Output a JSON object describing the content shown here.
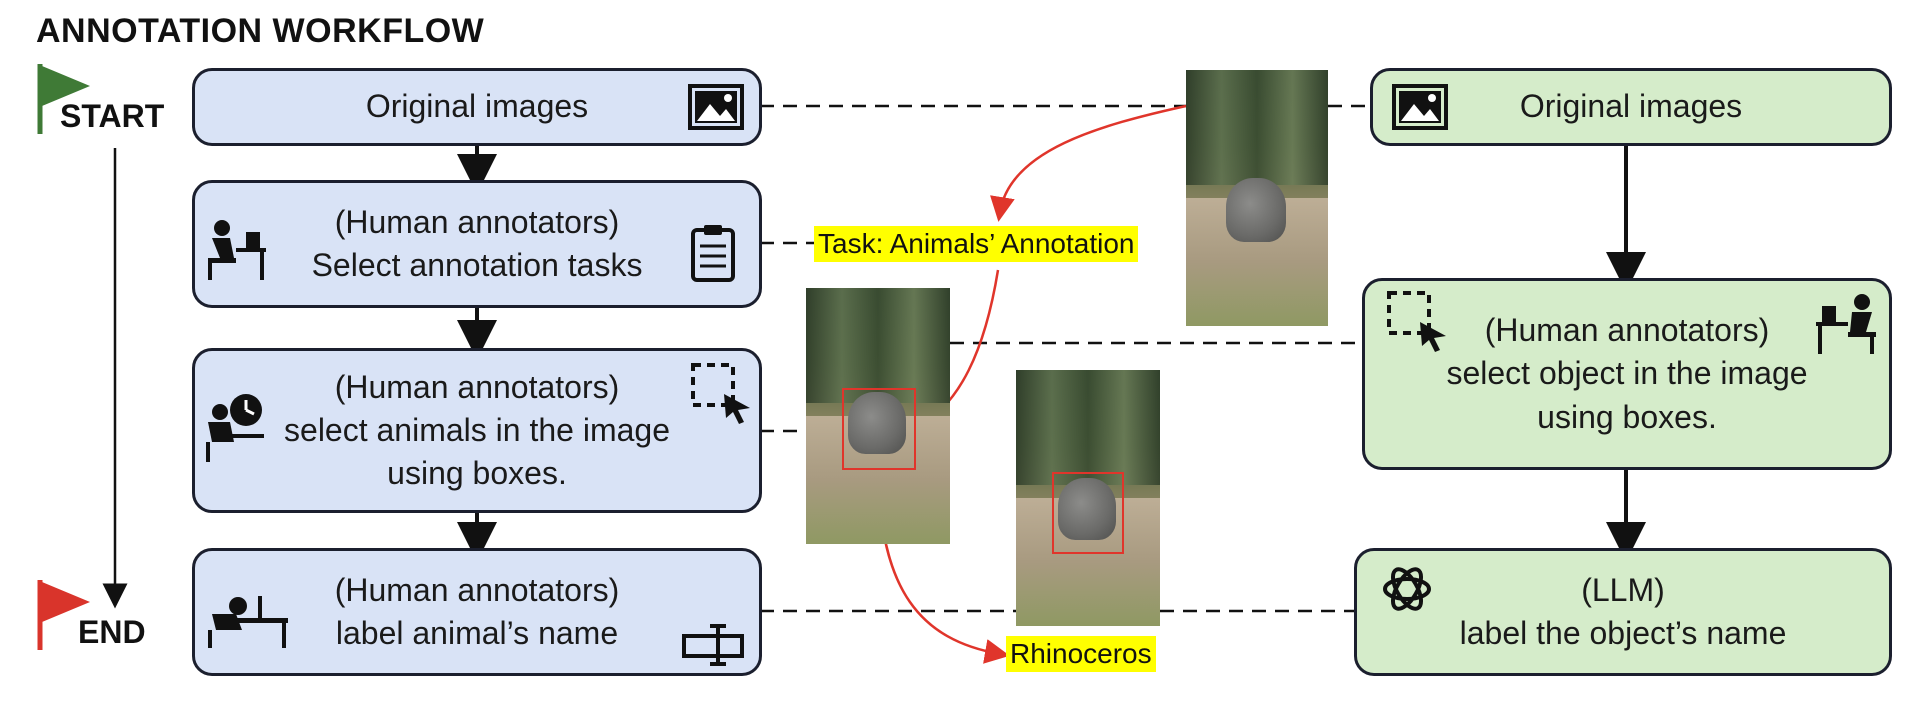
{
  "header": {
    "title": "ANNOTATION WORKFLOW"
  },
  "flags": {
    "start": "START",
    "end": "END",
    "start_color": "#3f7a36",
    "end_color": "#d9342b"
  },
  "human_flow": {
    "steps": [
      {
        "lines": [
          "Original images"
        ]
      },
      {
        "lines": [
          "(Human annotators)",
          "Select annotation tasks"
        ]
      },
      {
        "lines": [
          "(Human annotators)",
          "select animals in the image",
          "using boxes."
        ]
      },
      {
        "lines": [
          "(Human annotators)",
          "label animal’s name"
        ]
      }
    ]
  },
  "llm_flow": {
    "steps": [
      {
        "lines": [
          "Original images"
        ]
      },
      {
        "lines": [
          "(Human annotators)",
          "select object in the image",
          "using boxes."
        ]
      },
      {
        "lines": [
          "(LLM)",
          "label the object’s name"
        ]
      }
    ]
  },
  "labels": {
    "task": "Task: Animals’ Annotation",
    "result": "Rhinoceros"
  },
  "colors": {
    "blue_box": "#d9e3f6",
    "green_box": "#d5ecca",
    "highlight": "#ffff00",
    "arrow_red": "#e0352b"
  }
}
